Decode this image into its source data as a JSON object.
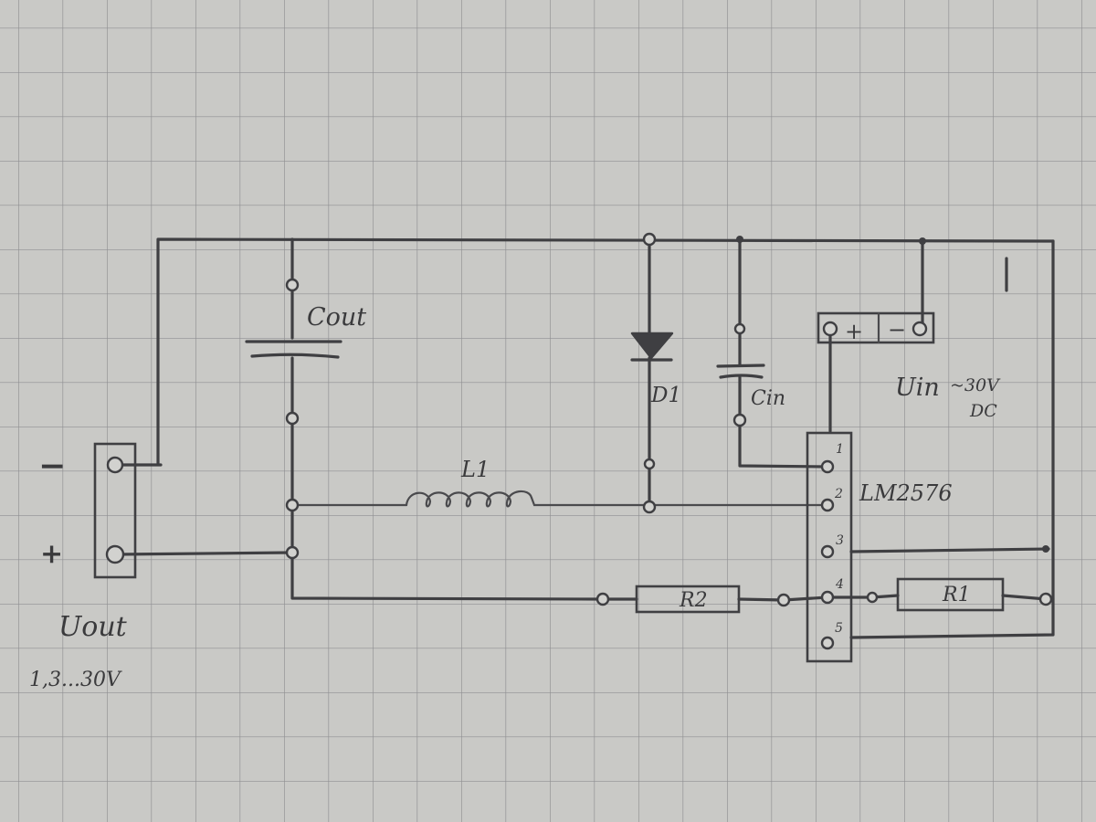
{
  "colors": {
    "paper": "#c9c9c6",
    "grid": "#8f8f92",
    "ink": "#3f3f42"
  },
  "labels": {
    "cout": "Cout",
    "d1": "D1",
    "cin": "Cin",
    "l1": "L1",
    "r1": "R1",
    "r2": "R2",
    "ic": "LM2576",
    "vin": "Uin",
    "vin_value": "~30V",
    "vin_type": "DC",
    "vout": "Uout",
    "vout_range": "1,3...30V",
    "minus": "−",
    "plus": "+",
    "in_plus": "+",
    "in_minus": "−",
    "pins": [
      "1",
      "2",
      "3",
      "4",
      "5"
    ]
  }
}
